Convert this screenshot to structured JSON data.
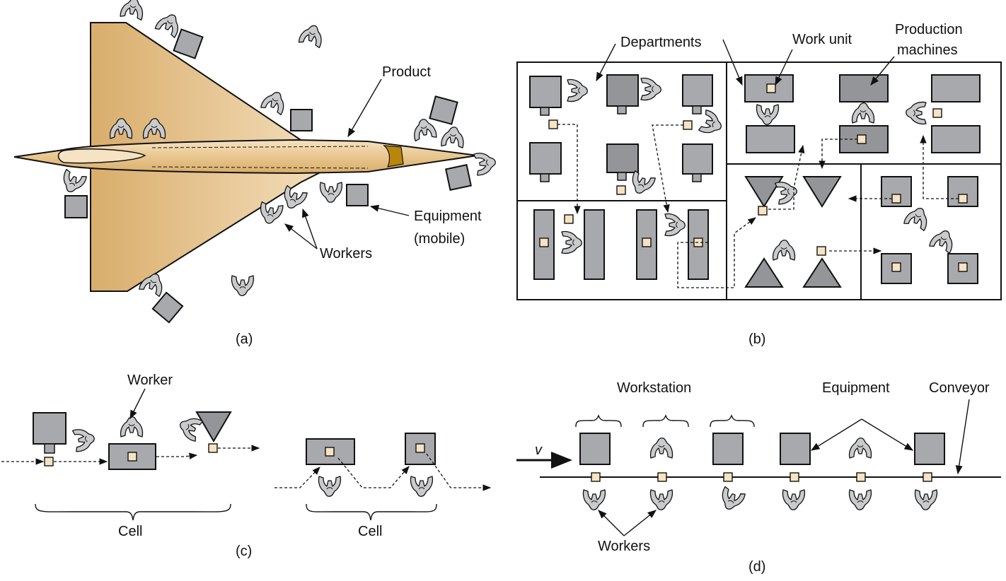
{
  "panels": {
    "a": {
      "caption": "(a)",
      "product_label": "Product",
      "equipment_label_line1": "Equipment",
      "equipment_label_line2": "(mobile)",
      "workers_label": "Workers"
    },
    "b": {
      "caption": "(b)",
      "departments_label": "Departments",
      "work_unit_label": "Work unit",
      "production_machines_line1": "Production",
      "production_machines_line2": "machines"
    },
    "c": {
      "caption": "(c)",
      "worker_label": "Worker",
      "cell_label_1": "Cell",
      "cell_label_2": "Cell"
    },
    "d": {
      "caption": "(d)",
      "workstation_label": "Workstation",
      "equipment_label": "Equipment",
      "conveyor_label": "Conveyor",
      "velocity_label": "v",
      "workers_label": "Workers"
    }
  },
  "colors": {
    "machine_fill": "#a7a9ac",
    "machine_fill_dark": "#939598",
    "work_unit_fill": "#f6e3c3",
    "product_fill": "#e3bd80",
    "worker_fill": "#c9cacc",
    "line": "#111111"
  }
}
